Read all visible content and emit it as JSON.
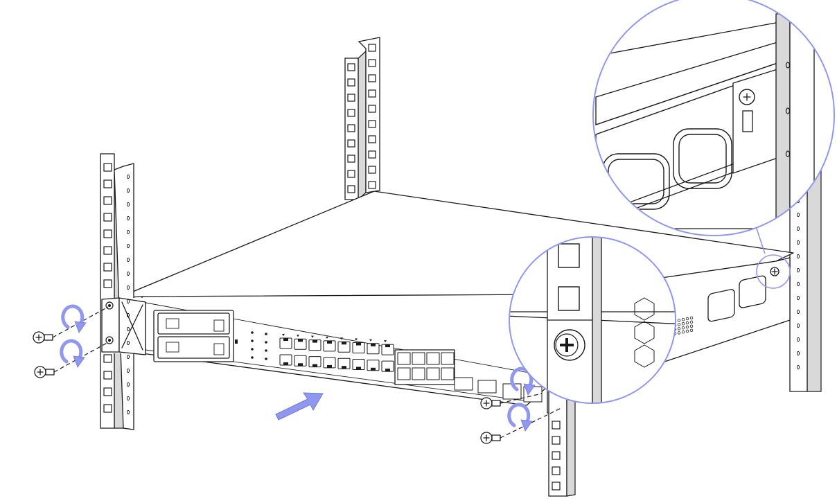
{
  "diagram": {
    "subject": "",
    "colors": {
      "accent": "#8F97EF",
      "accent_stroke": "#6E78E0",
      "line": "#1a1a1a",
      "rail_shade": "#d9d9d9",
      "background": "#ffffff"
    },
    "icons": {
      "insert_arrow": "arrow-right-up-icon",
      "rotate": "clockwise-rotate-icon",
      "screw": "phillips-screw-icon",
      "magnifier": "zoom-callout-icon"
    },
    "counts": {
      "front_rj45_ports": 16,
      "front_sfp_ports": 8,
      "screws_shown": 4,
      "zoom_callouts": 2
    }
  }
}
